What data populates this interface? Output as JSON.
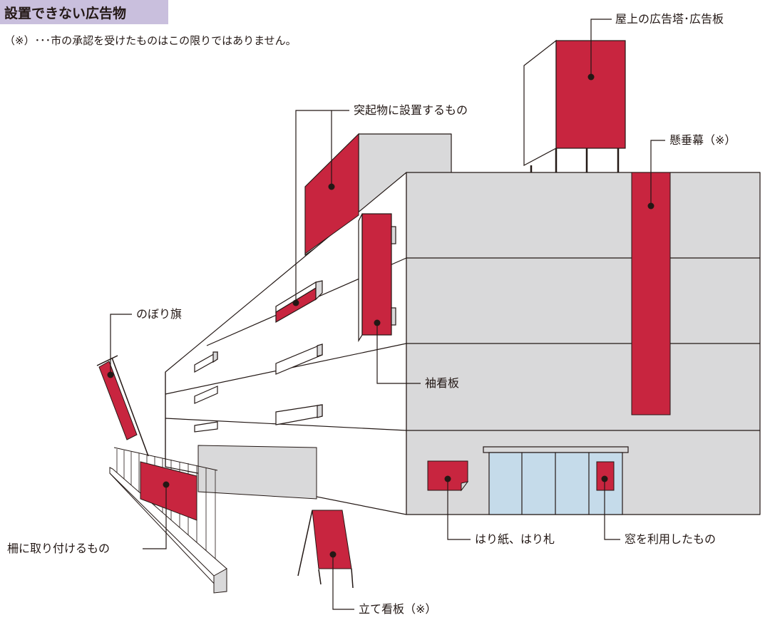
{
  "colors": {
    "sign_red": "#c8253f",
    "wall_gray": "#d9d9da",
    "window_blue": "#c5dbea",
    "title_bg": "#c9bfdd",
    "line": "#231815"
  },
  "header": {
    "title": "設置できない広告物",
    "note": "（※）･･･市の承認を受けたものはこの限りではありません。"
  },
  "labels": {
    "rooftop": "屋上の広告塔･広告板",
    "protrusion": "突起物に設置するもの",
    "banner": "懸垂幕（※）",
    "nobori": "のぼり旗",
    "sode": "袖看板",
    "fence": "柵に取り付けるもの",
    "poster": "はり紙、はり札",
    "window": "窓を利用したもの",
    "standing": "立て看板（※）"
  }
}
